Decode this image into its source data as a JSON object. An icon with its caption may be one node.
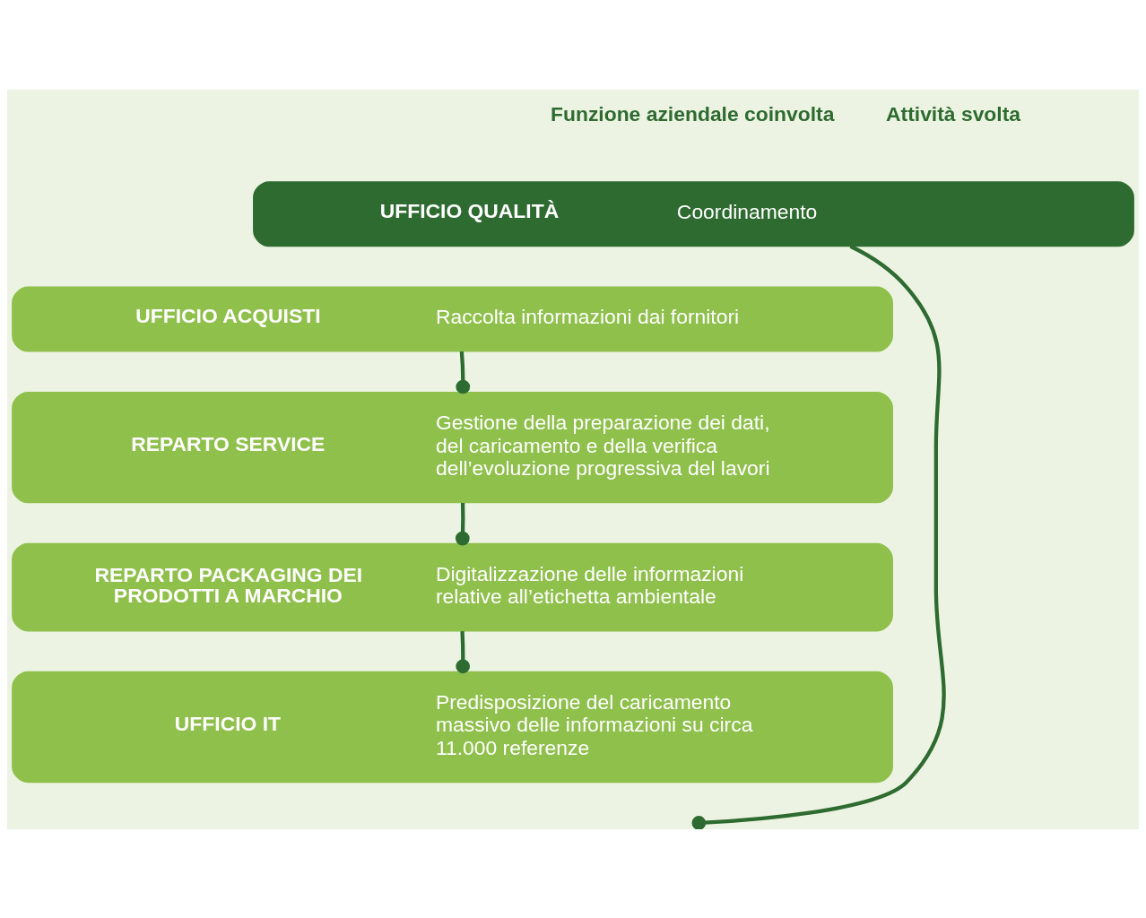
{
  "diagram": {
    "nodes": [
      {
        "text": [
          "UFFICIO QUALITÀ",
          "Coordinamento"
        ]
      },
      {
        "text": [
          "UFFICIO ACQUISTI",
          "Raccolta informazioni dai fornitori"
        ]
      },
      {
        "text": [
          "REPARTO SERVICE",
          "Gestione della preparazione dei dati, del caricamento e della verifica dell’evoluzione progressiva del lavori"
        ]
      },
      {
        "text": [
          "REPARTO PACKAGING DEI PRODOTTI A MARCHIO",
          "Digitalizzazione delle informazioni relative all’etichetta ambientale"
        ]
      },
      {
        "text": [
          "UFFICIO IT",
          "Predisposizione del caricamento massivo delle informazioni su circa 11.000 referenze"
        ]
      }
    ],
    "edges": [
      {
        "from": 0,
        "to": null,
        "arrow": "other"
      },
      {
        "from": 1,
        "to": 2,
        "arrow": "other"
      },
      {
        "from": 2,
        "to": 3,
        "arrow": "other"
      },
      {
        "from": 3,
        "to": 4,
        "arrow": "other"
      }
    ],
    "labels": [
      "Funzione aziendale coinvolta",
      "Attività svolta"
    ]
  }
}
